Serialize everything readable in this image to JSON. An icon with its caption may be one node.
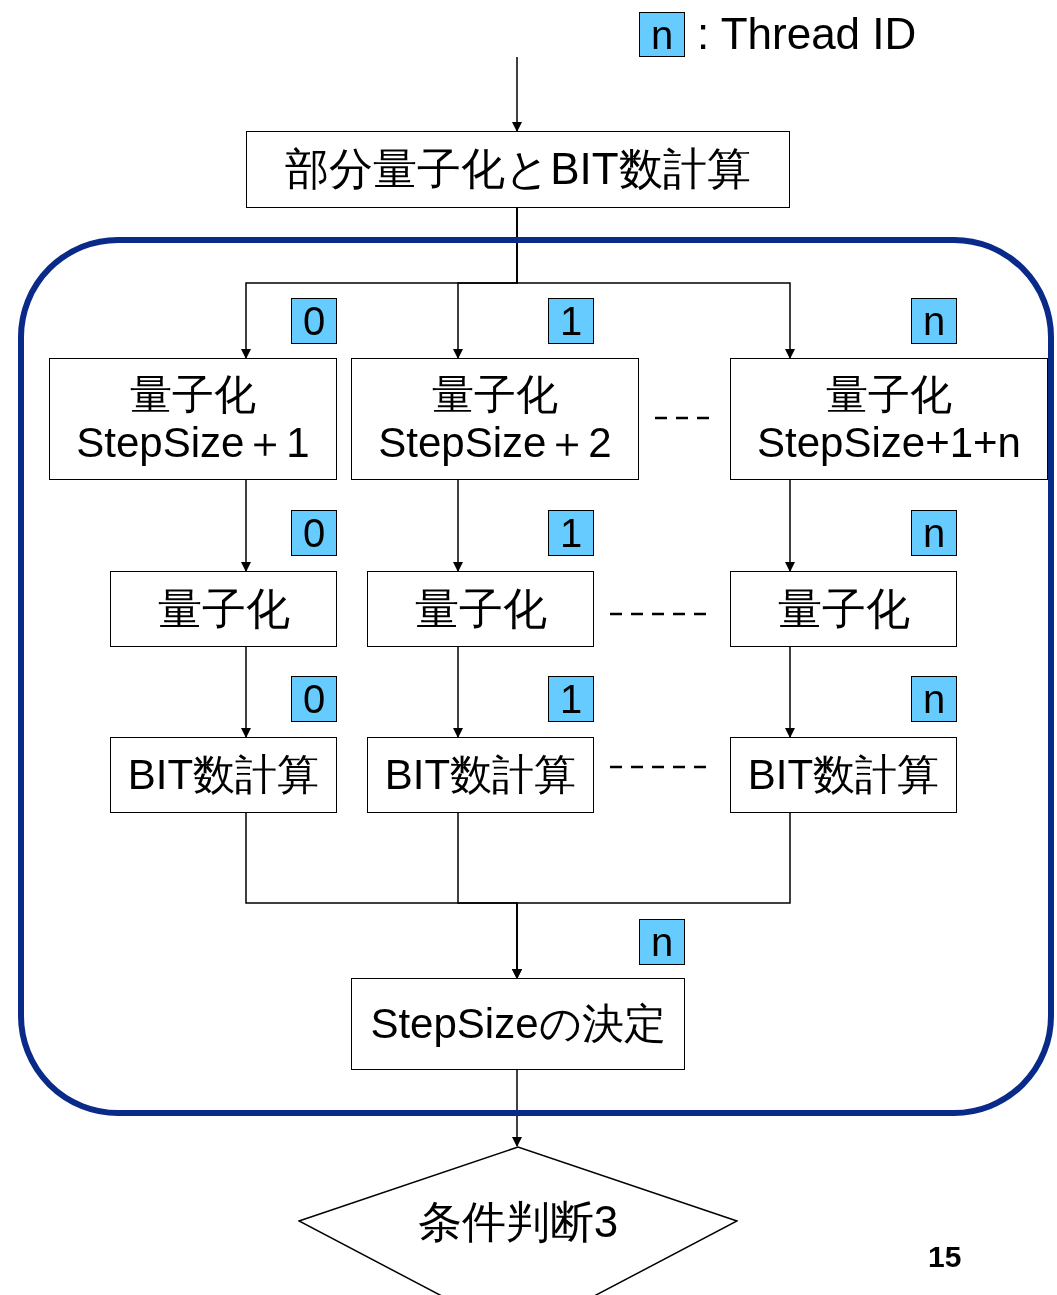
{
  "diagram": {
    "nodes": [
      {
        "text": [
          "n"
        ],
        "beside": [
          ": Thread ID"
        ]
      },
      {
        "text": [
          "部分量子化とBIT数計算"
        ]
      },
      {
        "text": [],
        "shape": "box"
      },
      {
        "text": [
          "0"
        ],
        "in": 2
      },
      {
        "text": [
          "1"
        ],
        "in": 2
      },
      {
        "text": [
          "n"
        ],
        "in": 2
      },
      {
        "text": [
          "量子化",
          "StepSize＋1"
        ],
        "in": 2
      },
      {
        "text": [
          "量子化",
          "StepSize＋2"
        ],
        "in": 2
      },
      {
        "text": [
          "量子化",
          "StepSize+1+n"
        ],
        "in": 2
      },
      {
        "text": [
          "0"
        ],
        "in": 2
      },
      {
        "text": [
          "1"
        ],
        "in": 2
      },
      {
        "text": [
          "n"
        ],
        "in": 2
      },
      {
        "text": [
          "量子化"
        ],
        "in": 2
      },
      {
        "text": [
          "量子化"
        ],
        "in": 2
      },
      {
        "text": [
          "量子化"
        ],
        "in": 2
      },
      {
        "text": [
          "0"
        ],
        "in": 2
      },
      {
        "text": [
          "1"
        ],
        "in": 2
      },
      {
        "text": [
          "n"
        ],
        "in": 2
      },
      {
        "text": [
          "BIT数計算"
        ],
        "in": 2
      },
      {
        "text": [
          "BIT数計算"
        ],
        "in": 2
      },
      {
        "text": [
          "BIT数計算"
        ],
        "in": 2
      },
      {
        "text": [
          "n"
        ],
        "in": 2
      },
      {
        "text": [
          "StepSizeの決定"
        ],
        "in": 2
      },
      {
        "text": [
          "条件判断3"
        ]
      }
    ],
    "edges": [
      {
        "from": null,
        "to": 1,
        "arrow": "to"
      },
      {
        "from": 1,
        "to": 6,
        "arrow": "to"
      },
      {
        "from": 1,
        "to": 7,
        "arrow": "to"
      },
      {
        "from": 1,
        "to": 8,
        "arrow": "to"
      },
      {
        "from": 7,
        "to": 8,
        "arrow": "none",
        "style": "dashed"
      },
      {
        "from": 6,
        "to": 12,
        "arrow": "to"
      },
      {
        "from": 7,
        "to": 13,
        "arrow": "to"
      },
      {
        "from": 8,
        "to": 14,
        "arrow": "to"
      },
      {
        "from": 13,
        "to": 14,
        "arrow": "none",
        "style": "dashed"
      },
      {
        "from": 12,
        "to": 18,
        "arrow": "to"
      },
      {
        "from": 13,
        "to": 19,
        "arrow": "to"
      },
      {
        "from": 14,
        "to": 20,
        "arrow": "to"
      },
      {
        "from": 19,
        "to": 20,
        "arrow": "none",
        "style": "dashed"
      },
      {
        "from": 18,
        "to": 22,
        "arrow": "to"
      },
      {
        "from": 19,
        "to": 22,
        "arrow": "to"
      },
      {
        "from": 20,
        "to": 22,
        "arrow": "to"
      },
      {
        "from": 22,
        "to": 23,
        "arrow": "to"
      }
    ],
    "labels": [
      "15"
    ]
  }
}
